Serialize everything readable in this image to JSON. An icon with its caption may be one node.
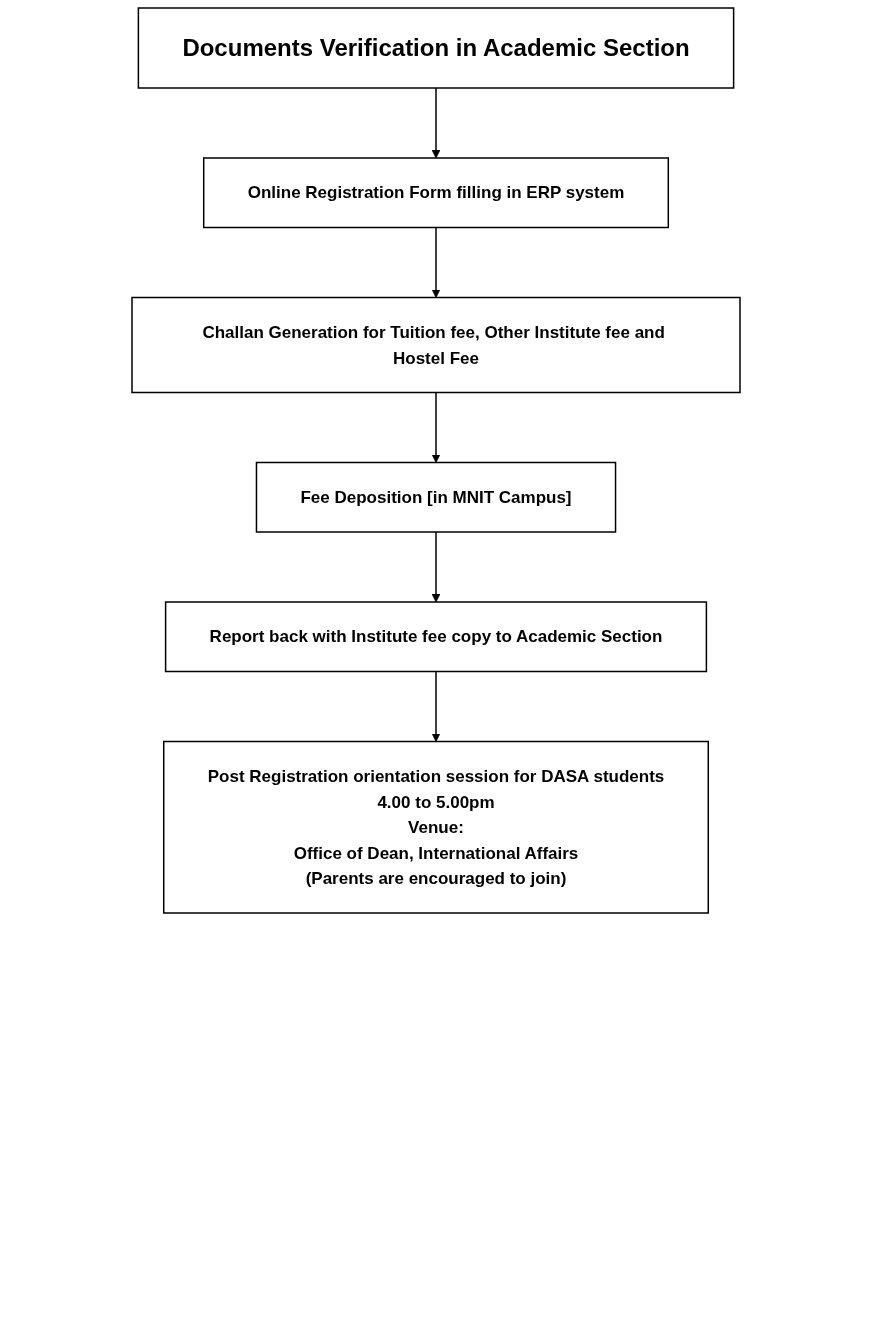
{
  "diagram": {
    "nodes": [
      {
        "text": [
          "Documents Verification in Academic Section"
        ]
      },
      {
        "text": [
          "Online Registration Form filling in ERP system"
        ]
      },
      {
        "text": [
          "Challan Generation for Tuition fee, Other Institute fee and Hostel Fee"
        ]
      },
      {
        "text": [
          "Fee Deposition [in MNIT Campus]"
        ]
      },
      {
        "text": [
          "Report back with Institute fee copy to Academic Section"
        ]
      },
      {
        "text": [
          "Post Registration orientation session for DASA students",
          "4.00 to 5.00pm",
          "Venue:",
          "Office of Dean, International Affairs",
          "(Parents are encouraged to join)"
        ]
      }
    ],
    "edges": [
      {
        "from": 0,
        "to": 1,
        "arrow": "to"
      },
      {
        "from": 1,
        "to": 2,
        "arrow": "to"
      },
      {
        "from": 2,
        "to": 3,
        "arrow": "to"
      },
      {
        "from": 3,
        "to": 4,
        "arrow": "to"
      },
      {
        "from": 4,
        "to": 5,
        "arrow": "to"
      }
    ]
  }
}
